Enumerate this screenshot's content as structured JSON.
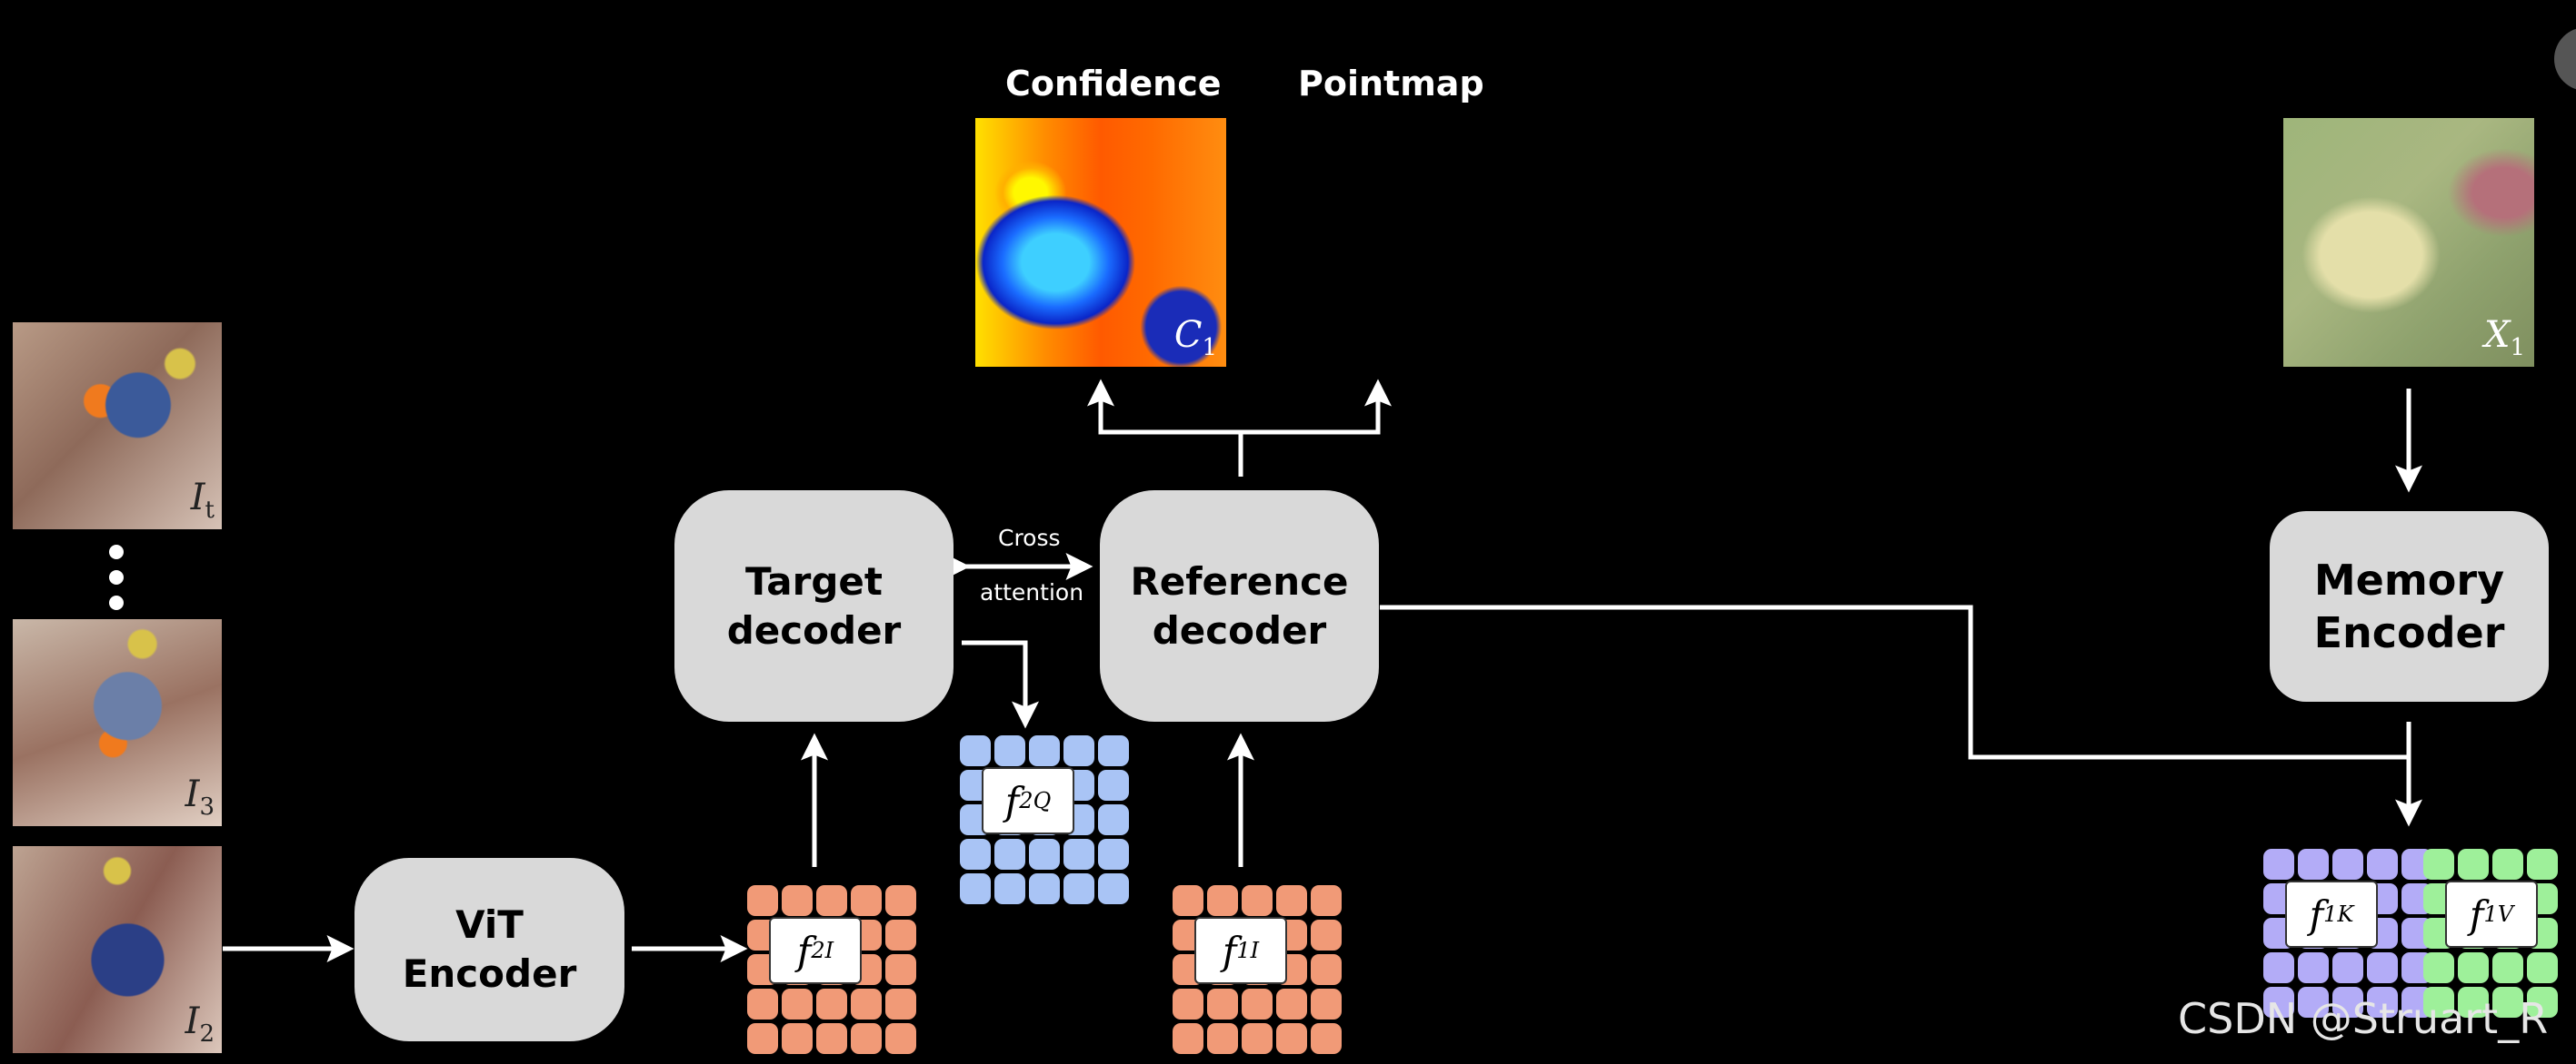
{
  "headers": {
    "confidence": "Confidence",
    "pointmap": "Pointmap"
  },
  "boxes": {
    "vit": [
      "ViT",
      "Encoder"
    ],
    "target": [
      "Target",
      "decoder"
    ],
    "reference": [
      "Reference",
      "decoder"
    ],
    "memory": [
      "Memory",
      "Encoder"
    ]
  },
  "cross_attention": [
    "Cross",
    "attention"
  ],
  "image_labels": {
    "it": "I",
    "it_sub": "t",
    "i3": "I",
    "i3_sub": "3",
    "i2": "I",
    "i2_sub": "2"
  },
  "map_labels": {
    "c1": "C",
    "c1_sub": "1",
    "x1": "X",
    "x1_sub": "1"
  },
  "features": {
    "f2i": {
      "base": "f",
      "sub": "2",
      "sup": "I"
    },
    "f1i": {
      "base": "f",
      "sub": "1",
      "sup": "I"
    },
    "f2q": {
      "base": "f",
      "sub": "2",
      "sup": "Q"
    },
    "f1k": {
      "base": "f",
      "sub": "1",
      "sup": "K"
    },
    "f1v": {
      "base": "f",
      "sub": "1",
      "sup": "V"
    }
  },
  "colors": {
    "orange": "#f19a77",
    "blue": "#a9c4f5",
    "purple": "#b3acf7",
    "green": "#9ef09a",
    "box": "#d9d9d9"
  },
  "watermark": "CSDN @Struart_R"
}
